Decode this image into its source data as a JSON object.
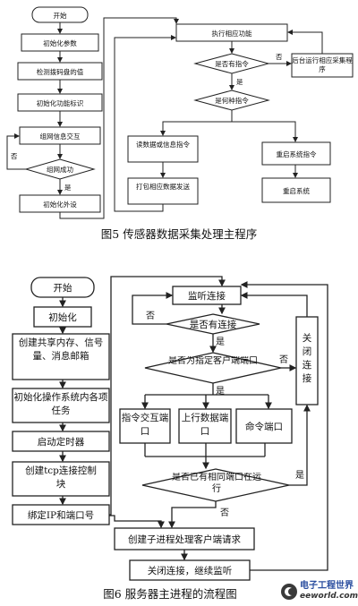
{
  "fig5": {
    "caption": "图5   传感器数据采集处理主程序",
    "start": "开始",
    "init_params": "初始化参数",
    "detect_dial": "检测拨码盘的值",
    "init_func_id": "初始化功能标识",
    "network_exchange": "组网信息交互",
    "network_success": "组网成功",
    "init_peripheral": "初始化外设",
    "exec_func": "执行相应功能",
    "has_cmd": "是否有指令",
    "bg_collect": "后台运行相应采集程序",
    "which_cmd": "是何种指令",
    "read_data": "读数据或信息指令",
    "pack_send": "打包相应数据发送",
    "restart_cmd": "重启系统指令",
    "restart_sys": "重启系统",
    "yes": "是",
    "no": "否"
  },
  "fig6": {
    "caption": "图6   服务器主进程的流程图",
    "start": "开始",
    "init": "初始化",
    "create_shared": "创建共享内存、信号量、消息邮箱",
    "init_os": "初始化操作系统内各项任务",
    "start_timer": "启动定时器",
    "create_tcp": "创建tcp连接控制块",
    "bind_ip": "绑定IP和端口号",
    "listen": "监听连接",
    "has_conn": "是否有连接",
    "is_port": "是否为指定客户端端口",
    "cmd_port_ex": "指令交互端口",
    "upload_port": "上行数据端口",
    "cmd_port": "命令端口",
    "same_port": "是否已有相同端口在运行",
    "close_conn": "关闭连接",
    "create_child": "创建子进程处理客户端请求",
    "close_continue": "关闭连接，继续监听",
    "yes": "是",
    "no": "否"
  },
  "watermark": {
    "site_cn": "电子工程世界",
    "site_en": "eeworld.com.cn"
  }
}
